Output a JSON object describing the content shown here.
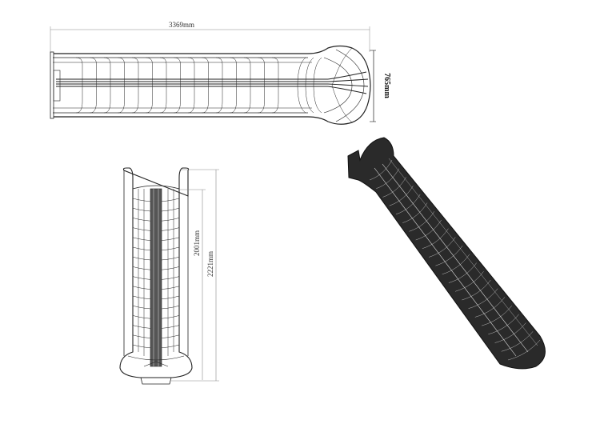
{
  "drawing": {
    "top_view": {
      "length_label": "3369mm",
      "width_label": "765mm"
    },
    "front_view": {
      "inner_height_label": "2001mm",
      "total_height_label": "2221mm"
    },
    "perspective_view": {
      "fill_color": "#2a2a2a"
    }
  },
  "colors": {
    "line": "#222222",
    "dimension": "#888888"
  }
}
